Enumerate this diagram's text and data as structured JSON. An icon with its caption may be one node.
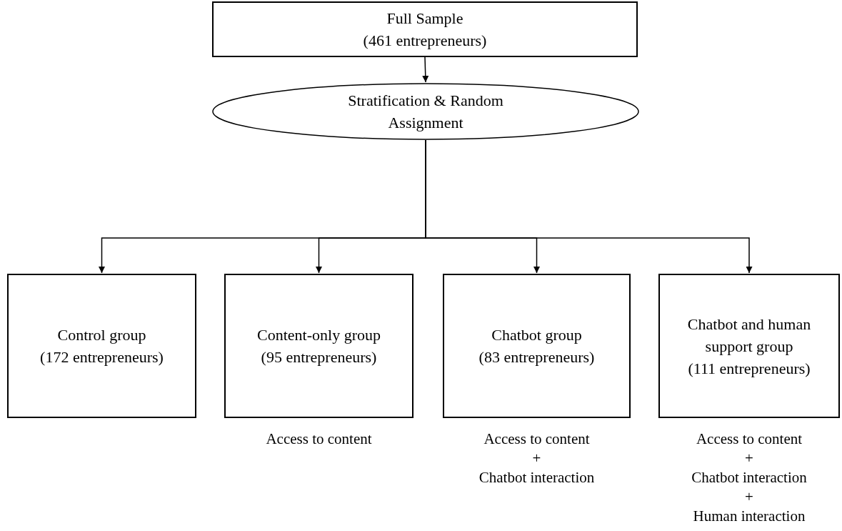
{
  "diagram": {
    "nodes": [
      {
        "text": [
          "Full Sample",
          "(461 entrepreneurs)"
        ]
      },
      {
        "text": [
          "Stratification & Random Assignment"
        ]
      },
      {
        "text": [
          "Control group",
          "(172 entrepreneurs)"
        ]
      },
      {
        "text": [
          "Content-only group",
          "(95 entrepreneurs)"
        ],
        "beside": [
          "Access to content"
        ]
      },
      {
        "text": [
          "Chatbot group",
          "(83 entrepreneurs)"
        ],
        "beside": [
          "Access to content",
          "+",
          "Chatbot interaction"
        ]
      },
      {
        "text": [
          "Chatbot and human support group",
          "(111 entrepreneurs)"
        ],
        "beside": [
          "Access to content",
          "+",
          "Chatbot interaction",
          "+",
          "Human interaction"
        ]
      }
    ],
    "edges": [
      {
        "from": 0,
        "to": 1,
        "arrow": "to"
      },
      {
        "from": 1,
        "to": 2,
        "arrow": "to"
      },
      {
        "from": 1,
        "to": 3,
        "arrow": "to"
      },
      {
        "from": 1,
        "to": 4,
        "arrow": "to"
      },
      {
        "from": 1,
        "to": 5,
        "arrow": "to"
      }
    ]
  }
}
